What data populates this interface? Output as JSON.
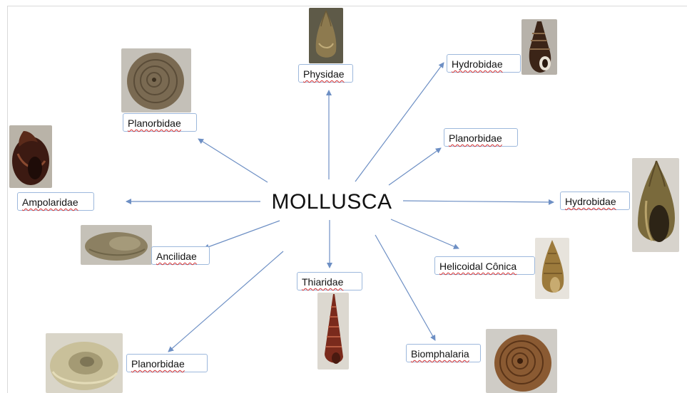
{
  "diagram": {
    "center": "MOLLUSCA",
    "nodes": [
      {
        "id": "physidae",
        "label": "Physidae",
        "icon": "elongated-shell-icon"
      },
      {
        "id": "hydrobidae-top",
        "label": "Hydrobidae",
        "icon": "tall-spiral-shell-icon"
      },
      {
        "id": "planorbidae-right",
        "label": "Planorbidae",
        "icon": ""
      },
      {
        "id": "hydrobidae-right",
        "label": "Hydrobidae",
        "icon": "oval-shell-icon"
      },
      {
        "id": "helicoidal-conica",
        "label": "Helicoidal Cônica",
        "icon": "conical-shell-icon"
      },
      {
        "id": "biomphalaria",
        "label": "Biomphalaria",
        "icon": "coiled-shell-icon"
      },
      {
        "id": "thiaridae",
        "label": "Thiaridae",
        "icon": "turreted-shell-icon"
      },
      {
        "id": "planorbidae-bottom",
        "label": "Planorbidae",
        "icon": "coiled-shell-icon"
      },
      {
        "id": "ancilidae",
        "label": "Ancilidae",
        "icon": "limpet-shell-icon"
      },
      {
        "id": "ampolaridae",
        "label": "Ampolaridae",
        "icon": "apple-snail-shell-icon"
      },
      {
        "id": "planorbidae-top",
        "label": "Planorbidae",
        "icon": "coiled-shell-icon"
      }
    ],
    "colors": {
      "arrow": "#6d8fc4",
      "label_border": "#9db8dc",
      "spellcheck": "#d53030"
    }
  }
}
